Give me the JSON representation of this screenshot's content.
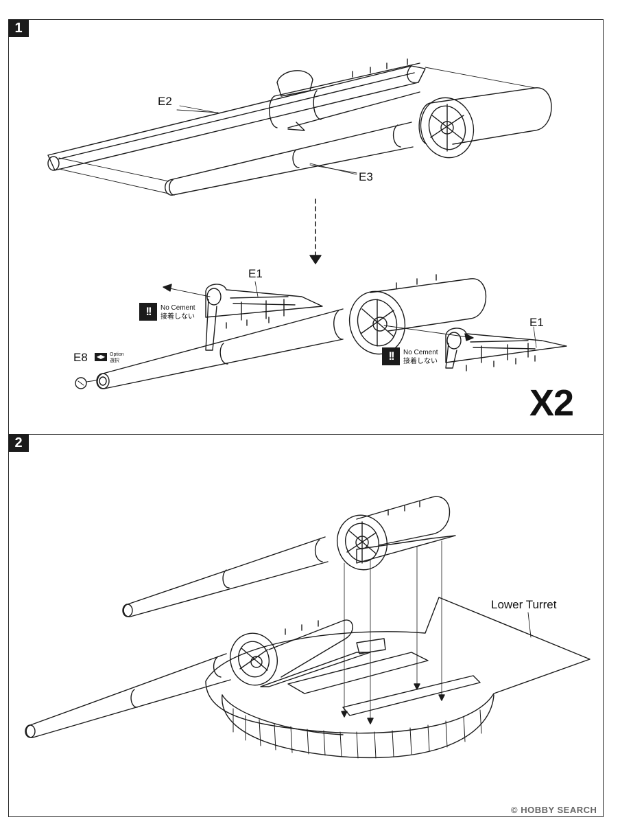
{
  "steps": [
    {
      "number": "1"
    },
    {
      "number": "2"
    }
  ],
  "step1": {
    "part_e2": "E2",
    "part_e3": "E3",
    "part_e1_left": "E1",
    "part_e1_right": "E1",
    "part_e8": "E8",
    "option_icon": "◀▶",
    "option_en": "Option",
    "option_jp": "選択",
    "warning_icon": "!!",
    "no_cement_en": "No Cement",
    "no_cement_jp": "接着しない",
    "multiplier": "X2"
  },
  "step2": {
    "lower_turret": "Lower Turret"
  },
  "watermark": "© HOBBY SEARCH"
}
